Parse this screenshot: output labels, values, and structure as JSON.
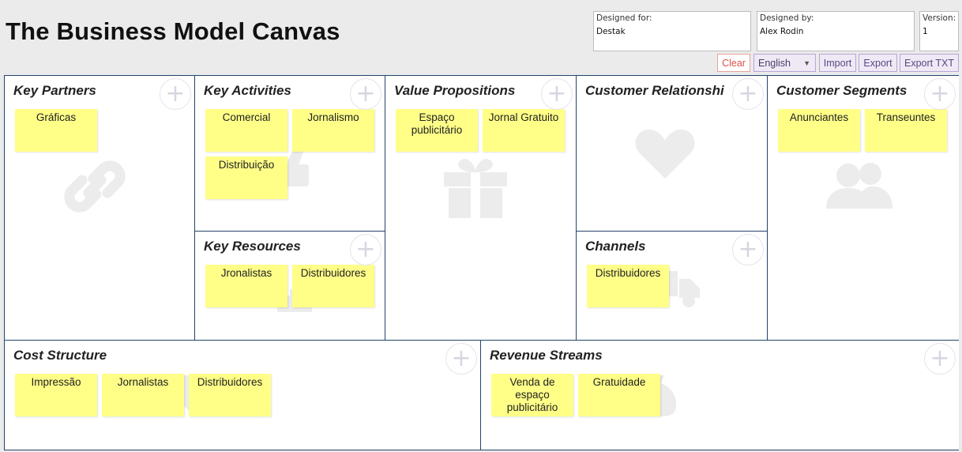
{
  "header": {
    "title": "The Business Model Canvas",
    "designed_for": {
      "label": "Designed for:",
      "value": "Destak"
    },
    "designed_by": {
      "label": "Designed by:",
      "value": "Alex Rodin"
    },
    "version": {
      "label": "Version:",
      "value": "1"
    }
  },
  "toolbar": {
    "clear": "Clear",
    "language": "English",
    "import": "Import",
    "export": "Export",
    "export_txt": "Export TXT"
  },
  "blocks": {
    "key_partners": {
      "title": "Key Partners",
      "icon": "link-icon",
      "notes": [
        "Gráficas"
      ]
    },
    "key_activities": {
      "title": "Key Activities",
      "icon": "wrench-icon",
      "notes": [
        "Comercial",
        "Jornalismo",
        "Distribuição"
      ]
    },
    "key_resources": {
      "title": "Key Resources",
      "icon": "factory-icon",
      "notes": [
        "Jronalistas",
        "Distribuidores"
      ]
    },
    "value_propositions": {
      "title": "Value Propositions",
      "icon": "gift-icon",
      "notes": [
        "Espaço publicitário",
        "Jornal Gratuito"
      ]
    },
    "customer_relationships": {
      "title": "Customer Relationshi",
      "icon": "heart-icon",
      "notes": []
    },
    "channels": {
      "title": "Channels",
      "icon": "truck-icon",
      "notes": [
        "Distribuidores"
      ]
    },
    "customer_segments": {
      "title": "Customer Segments",
      "icon": "users-icon",
      "notes": [
        "Anunciantes",
        "Transeuntes"
      ]
    },
    "cost_structure": {
      "title": "Cost Structure",
      "icon": "tag-icon",
      "notes": [
        "Impressão",
        "Jornalistas",
        "Distribuidores"
      ]
    },
    "revenue_streams": {
      "title": "Revenue Streams",
      "icon": "money-bag-icon",
      "notes": [
        "Venda de espaço publicitário",
        "Gratuidade"
      ]
    }
  },
  "colors": {
    "note": "#ffff88",
    "border": "#23456b",
    "background": "#ebebeb"
  }
}
